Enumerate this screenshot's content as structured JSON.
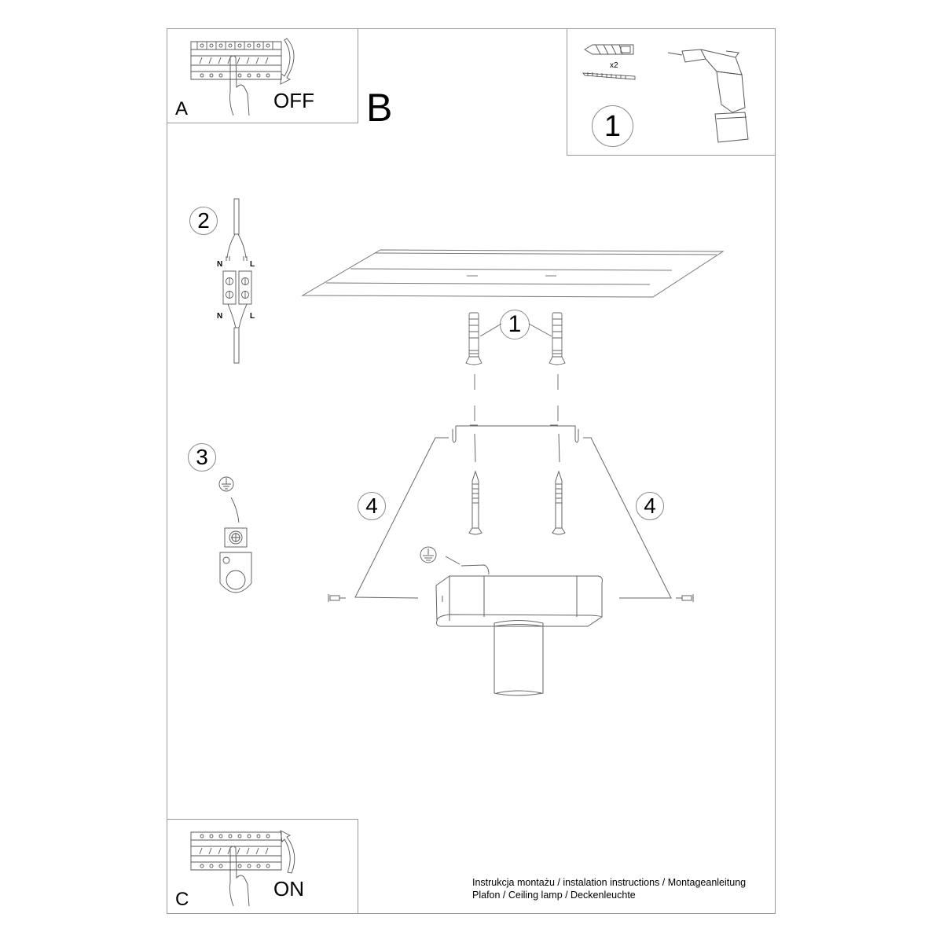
{
  "panels": {
    "a": {
      "letter": "A",
      "state": "OFF",
      "arrow": "clockwise-down"
    },
    "b": {
      "letter": "B"
    },
    "c": {
      "letter": "C",
      "state": "ON",
      "arrow": "counterclockwise-up"
    },
    "tools": {
      "step": "1",
      "quantity": "x2",
      "items": [
        "wall-plug",
        "screw",
        "cordless-drill"
      ]
    }
  },
  "steps": {
    "wiring": {
      "number": "2",
      "labels_top": [
        "N",
        "L"
      ],
      "labels_bottom": [
        "N",
        "L"
      ]
    },
    "ground": {
      "number": "3"
    },
    "plugs": {
      "number": "1"
    },
    "side_screw_left": {
      "number": "4"
    },
    "side_screw_right": {
      "number": "4"
    }
  },
  "footer": {
    "line1": "Instrukcja montażu / instalation instructions / Montageanleitung",
    "line2": "Plafon / Ceiling lamp / Deckenleuchte"
  },
  "colors": {
    "line": "#7a7a7a",
    "border": "#9a9a9a",
    "text": "#000000"
  }
}
